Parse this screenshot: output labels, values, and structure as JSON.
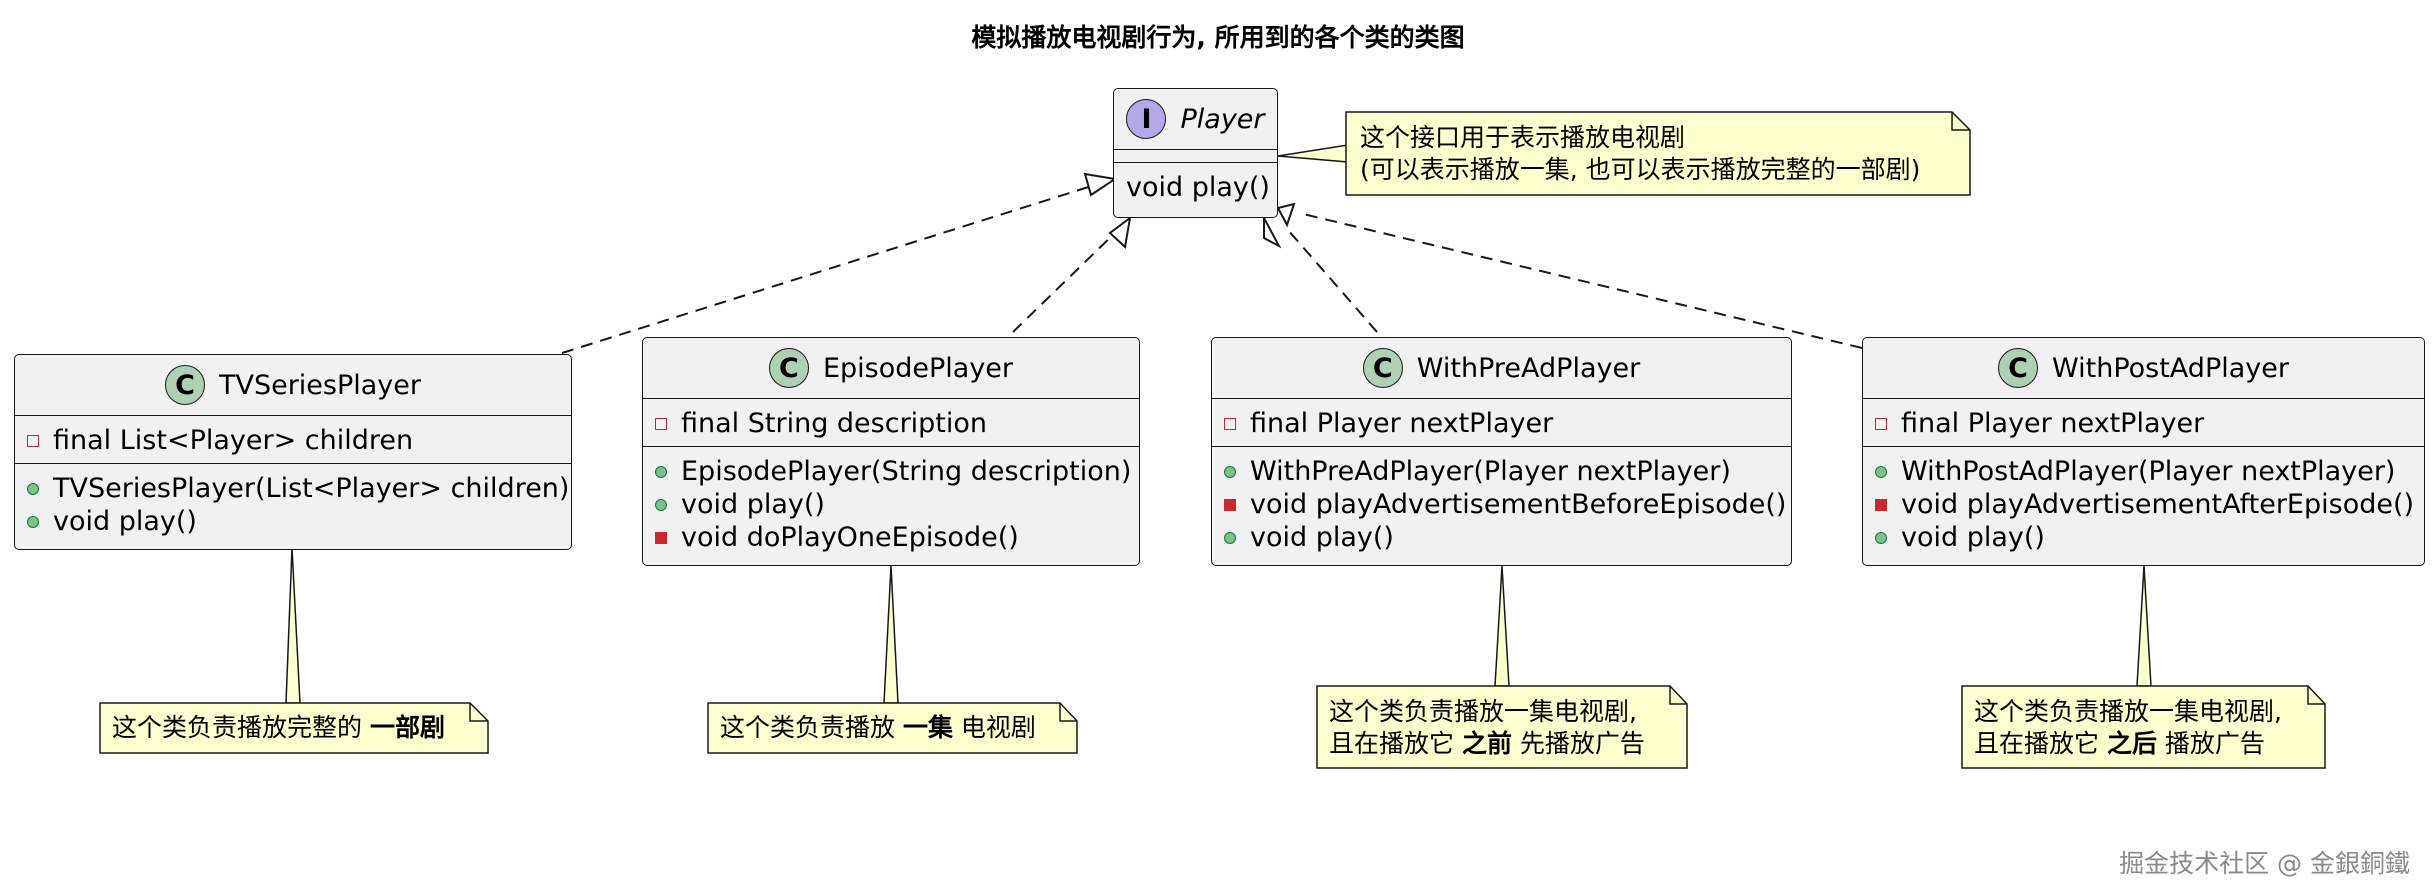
{
  "title": "模拟播放电视剧行为, 所用到的各个类的类图",
  "player": {
    "badge": "I",
    "name": "Player",
    "method": "void play()"
  },
  "tv": {
    "badge": "C",
    "name": "TVSeriesPlayer",
    "field": "final List<Player> children",
    "m1": "TVSeriesPlayer(List<Player> children)",
    "m2": "void play()"
  },
  "episode": {
    "badge": "C",
    "name": "EpisodePlayer",
    "field": "final String description",
    "m1": "EpisodePlayer(String description)",
    "m2": "void play()",
    "m3": "void doPlayOneEpisode()"
  },
  "pre": {
    "badge": "C",
    "name": "WithPreAdPlayer",
    "field": "final Player nextPlayer",
    "m1": "WithPreAdPlayer(Player nextPlayer)",
    "m2": "void playAdvertisementBeforeEpisode()",
    "m3": "void play()"
  },
  "post": {
    "badge": "C",
    "name": "WithPostAdPlayer",
    "field": "final Player nextPlayer",
    "m1": "WithPostAdPlayer(Player nextPlayer)",
    "m2": "void playAdvertisementAfterEpisode()",
    "m3": "void play()"
  },
  "notes": {
    "player_l1": "这个接口用于表示播放电视剧",
    "player_l2": "(可以表示播放一集, 也可以表示播放完整的一部剧)",
    "tv_a": "这个类负责播放完整的 ",
    "tv_b": "一部剧",
    "ep_a": "这个类负责播放 ",
    "ep_b": "一集",
    "ep_c": " 电视剧",
    "pre_l1": "这个类负责播放一集电视剧,",
    "pre_a": "且在播放它 ",
    "pre_b": "之前",
    "pre_c": " 先播放广告",
    "post_l1": "这个类负责播放一集电视剧,",
    "post_a": "且在播放它 ",
    "post_b": "之后",
    "post_c": " 播放广告"
  },
  "watermark": "掘金技术社区 @ 金銀銅鐵",
  "colors": {
    "class_bg": "#f1f1f1",
    "class_badge": "#add1b2",
    "interface_badge": "#b4a7e5",
    "note_bg": "#fefece",
    "public_icon": "#84be84",
    "private_icon": "#c82930"
  }
}
